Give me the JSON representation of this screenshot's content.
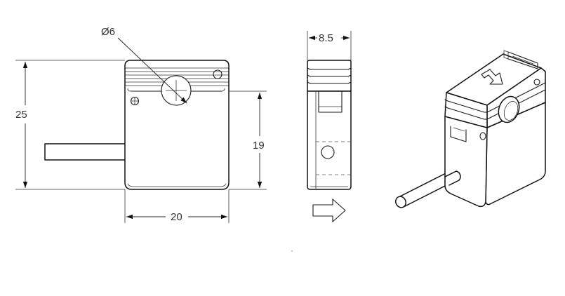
{
  "dimensions": {
    "hole_diameter": "Ø6",
    "height": "25",
    "width": "20",
    "body_height": "19",
    "thickness": "8.5"
  },
  "colors": {
    "line": "#111111",
    "background": "#ffffff"
  },
  "icons": {
    "direction": "arrow-right-icon",
    "detection": "arrow-down-right-icon"
  }
}
